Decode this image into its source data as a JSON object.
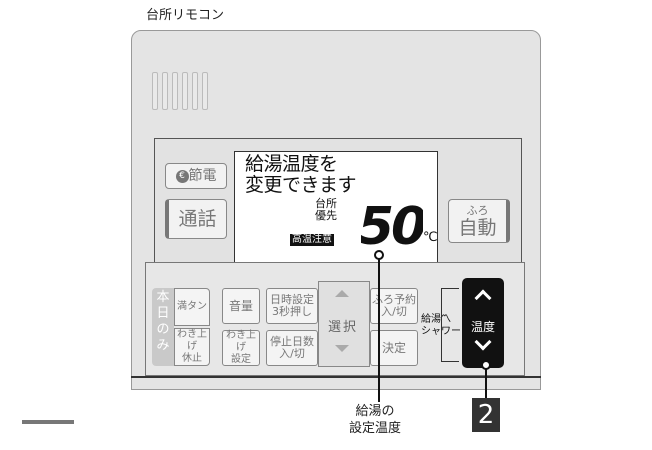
{
  "title": "台所リモコン",
  "side_buttons": {
    "eco_label": "節電",
    "talk_label": "通話",
    "bath_line1": "ふろ",
    "bath_line2": "自動"
  },
  "lcd": {
    "message_line1": "給湯温度を",
    "message_line2": "変更できます",
    "kitchen_line1": "台所",
    "kitchen_line2": "優先",
    "high_temp_warning": "高温注意",
    "temperature": "50",
    "unit": "℃"
  },
  "keys": {
    "today_only": [
      "本",
      "日",
      "の",
      "み"
    ],
    "full_tank": "満タン",
    "reheat_rest_line1": "わき上げ",
    "reheat_rest_line2": "休止",
    "volume": "音量",
    "reheat_setting_line1": "わき上げ",
    "reheat_setting_line2": "設定",
    "datetime_line1": "日時設定",
    "datetime_line2": "3秒押し",
    "stop_days_line1": "停止日数",
    "stop_days_line2": "入/切",
    "select": "選択",
    "bath_reserve_line1": "ふろ予約",
    "bath_reserve_line2": "入/切",
    "confirm": "決定",
    "hot_water_shower_line1": "給湯",
    "hot_water_shower_line2": "シャワー",
    "temp_key": "温度"
  },
  "callouts": {
    "setting_temp_line1": "給湯の",
    "setting_temp_line2": "設定温度",
    "step_number": "2"
  },
  "colors": {
    "body": "#e4e4e4",
    "temp_key": "#111111",
    "badge": "#333333"
  }
}
